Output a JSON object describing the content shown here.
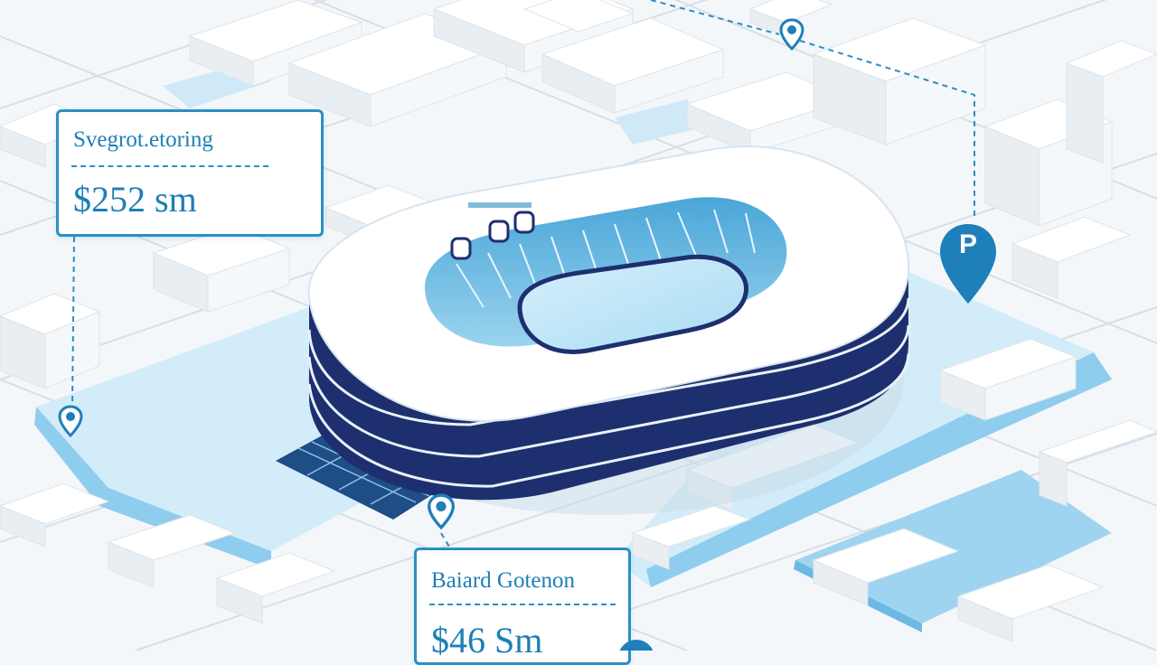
{
  "callouts": {
    "top": {
      "title": "Svegrot.etoring",
      "value": "$252 sm"
    },
    "bottom": {
      "title": "Baiard Gotenon",
      "value": "$46 Sm"
    }
  },
  "pins": {
    "parking": {
      "label": "P",
      "icon": "parking-pin-icon"
    },
    "small": [
      "map-pin-icon",
      "map-pin-icon",
      "map-pin-icon",
      "map-pin-icon"
    ]
  },
  "colors": {
    "accent": "#2a8fc4",
    "accent_dark": "#1c7fb6",
    "stadium_band": "#1e2f6f",
    "water": "#bfe3f6",
    "ground": "#f4f7fa",
    "buildings": "#ffffff"
  }
}
